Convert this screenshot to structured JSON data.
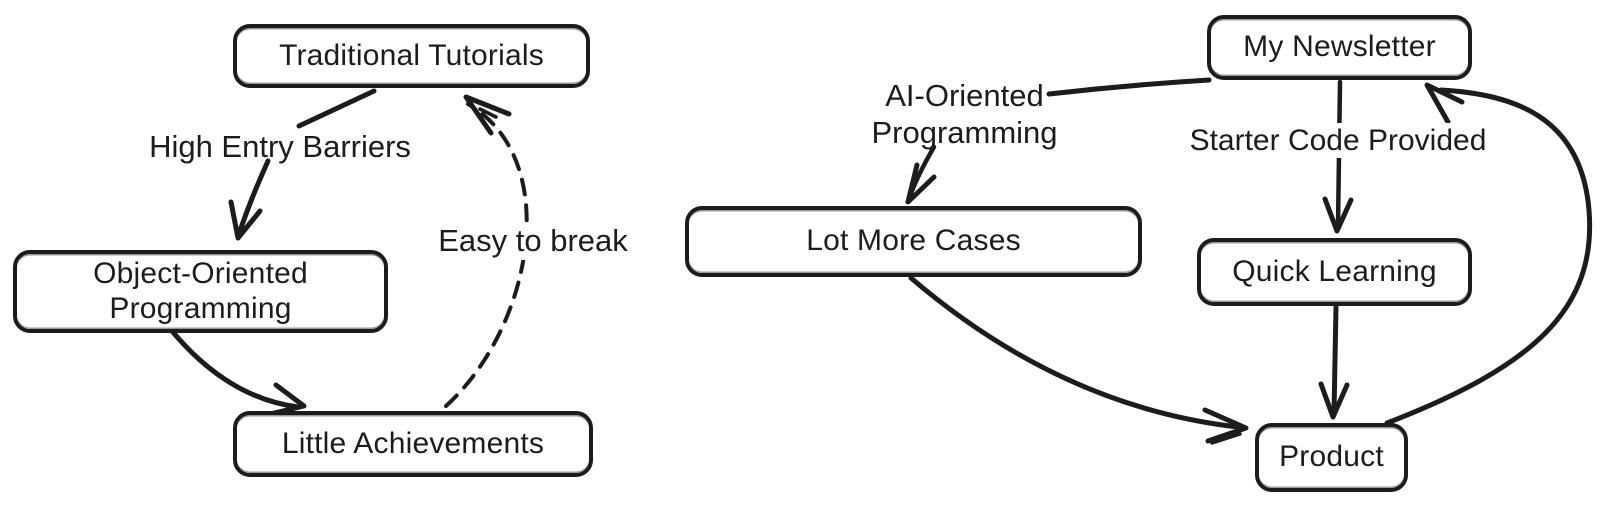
{
  "diagram_left": {
    "nodes": {
      "traditional_tutorials": "Traditional Tutorials",
      "object_oriented_programming": "Object-Oriented Programming",
      "little_achievements": "Little Achievements"
    },
    "edge_labels": {
      "high_entry_barriers": "High Entry Barriers",
      "easy_to_break": "Easy to break"
    }
  },
  "diagram_right": {
    "nodes": {
      "my_newsletter": "My Newsletter",
      "lot_more_cases": "Lot More Cases",
      "quick_learning": "Quick Learning",
      "product": "Product"
    },
    "edge_labels": {
      "ai_oriented_programming": "AI-Oriented Programming",
      "starter_code_provided": "Starter Code Provided"
    }
  },
  "colors": {
    "ink": "#1c1c1c",
    "background": "#ffffff"
  }
}
